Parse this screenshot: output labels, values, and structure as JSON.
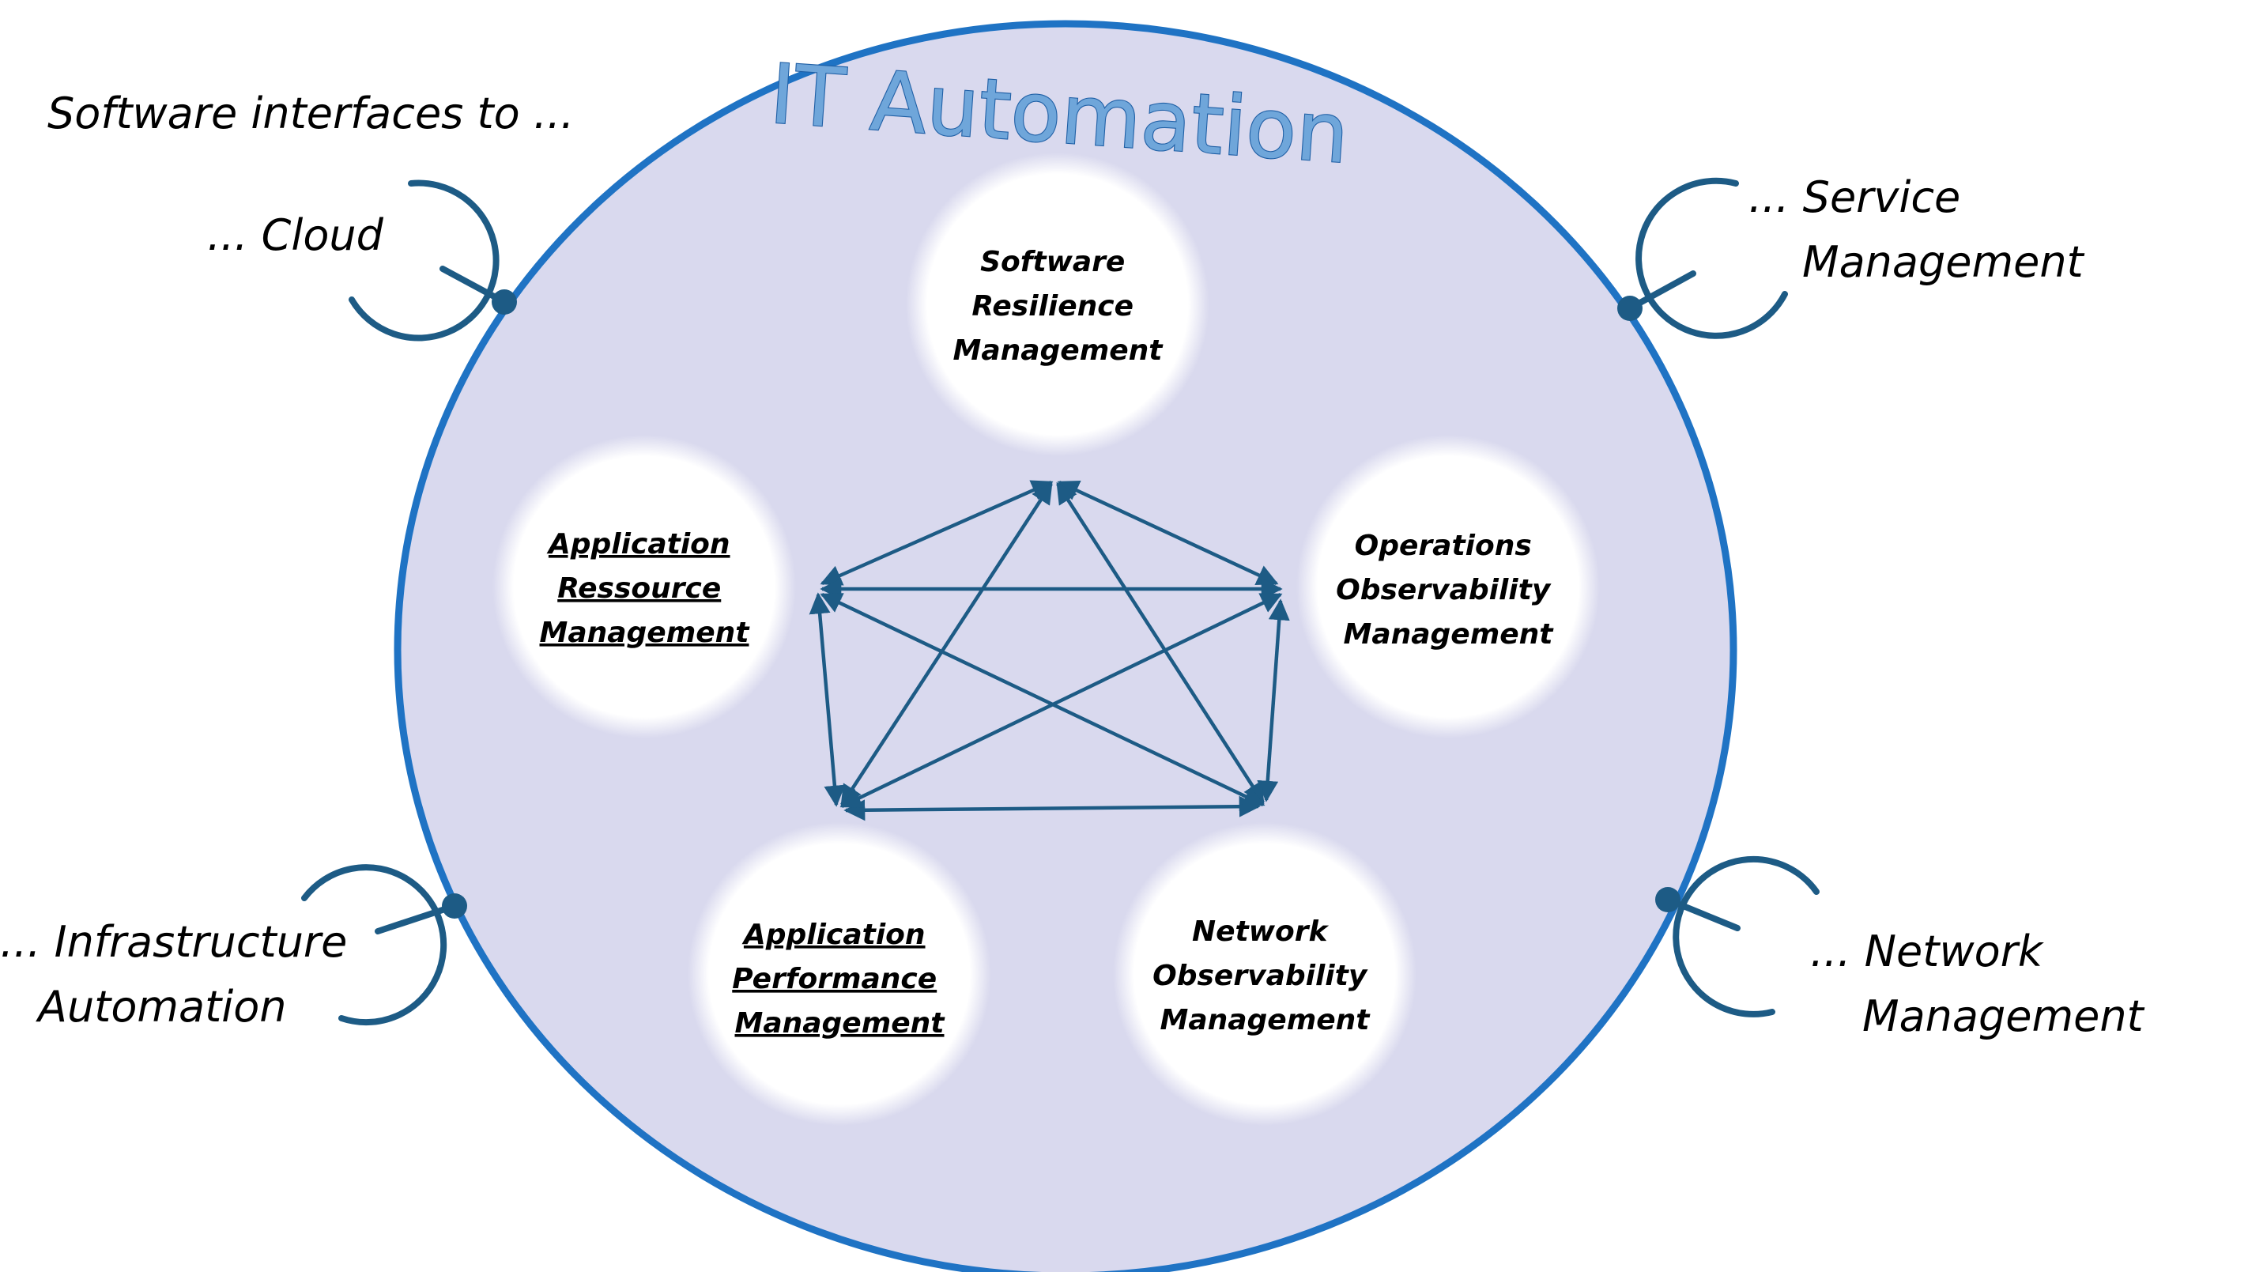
{
  "title": "IT Automation",
  "intro": "Software interfaces to ...",
  "interfaces": {
    "cloud": [
      "... Cloud"
    ],
    "service": [
      "... Service",
      "Management"
    ],
    "infrastructure": [
      "... Infrastructure",
      "Automation"
    ],
    "network": [
      "... Network",
      "Management"
    ]
  },
  "nodes": {
    "srm": [
      "Software",
      "Resilience",
      "Management"
    ],
    "arm": [
      "Application",
      "Ressource",
      "Management"
    ],
    "oom": [
      "Operations",
      "Observability",
      "Management"
    ],
    "apm": [
      "Application",
      "Performance",
      "Management"
    ],
    "nom": [
      "Network",
      "Observability",
      "Management"
    ]
  },
  "colors": {
    "circle_fill": "#d9d9ee",
    "circle_stroke": "#1f73c4",
    "connector": "#1d5b85",
    "title_fill": "#6fa6da"
  }
}
